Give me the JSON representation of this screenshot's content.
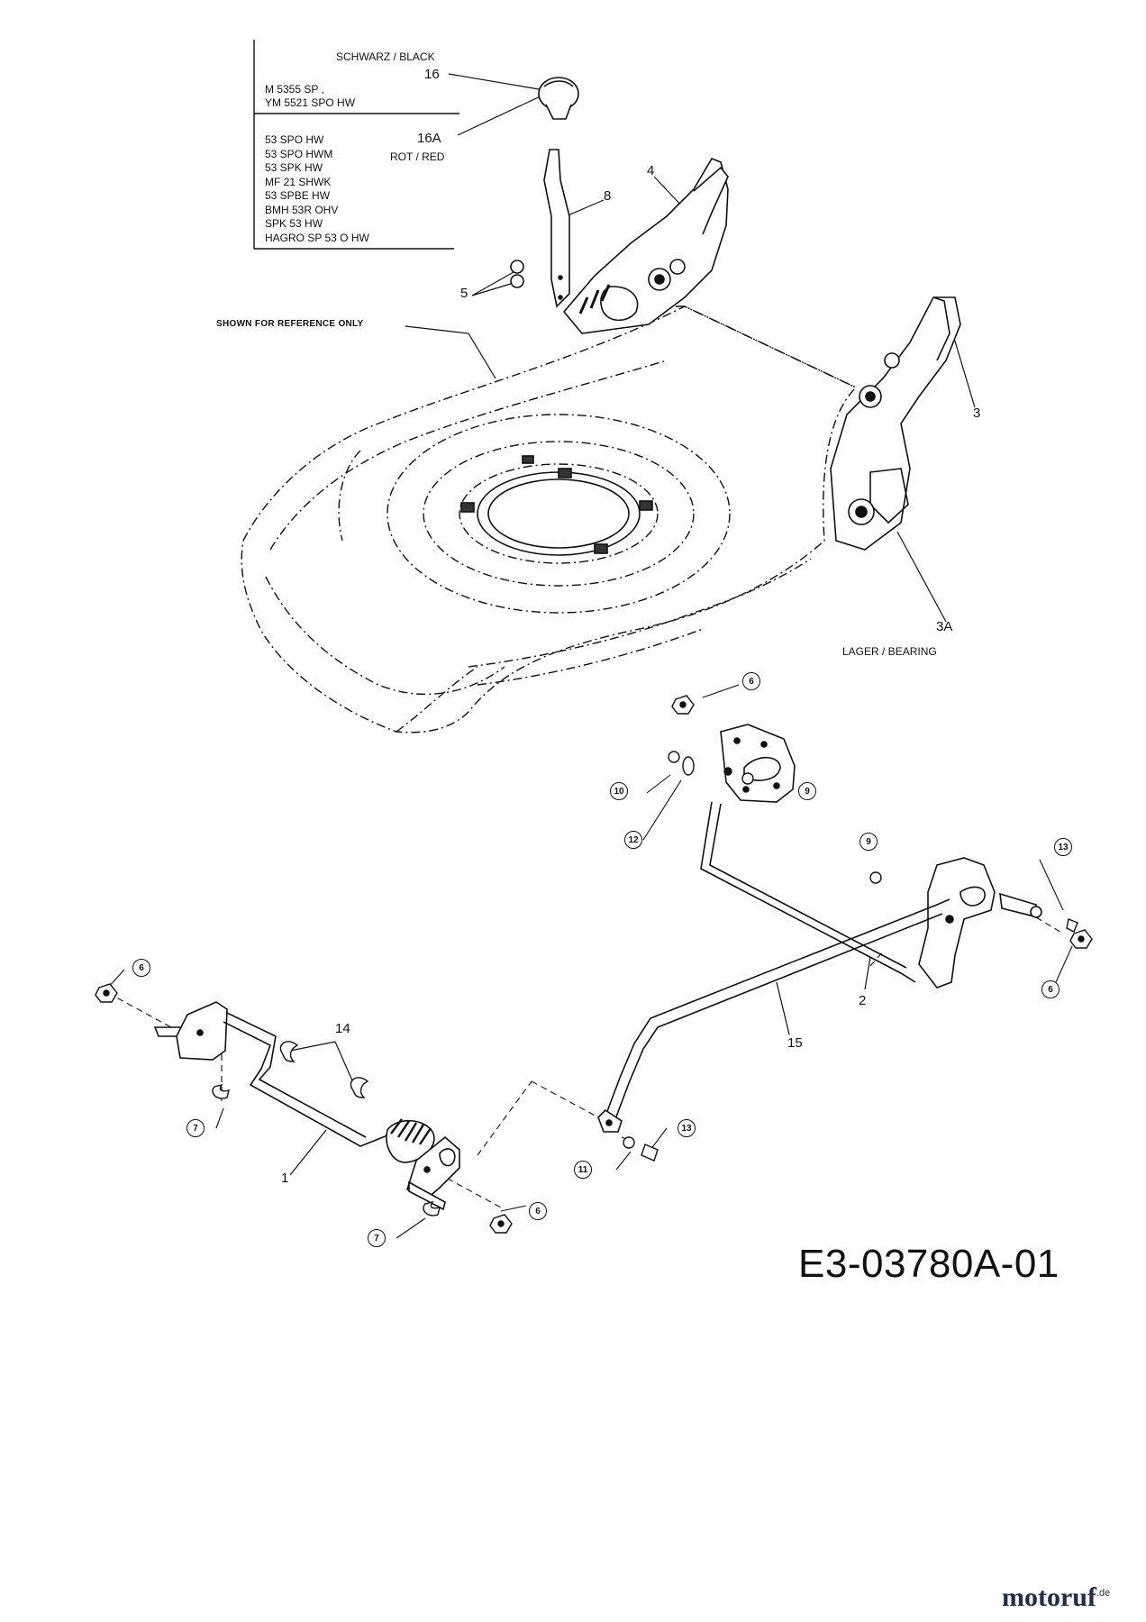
{
  "legend": {
    "schwarz": "SCHWARZ / BLACK",
    "part16": "16",
    "group1": [
      "M 5355 SP ,",
      "YM 5521 SPO HW"
    ],
    "part16a": "16A",
    "rot": "ROT / RED",
    "group2": [
      "53 SPO HW",
      "53 SPO HWM",
      "53 SPK HW",
      "MF 21 SHWK",
      "53 SPBE HW",
      "BMH 53R OHV",
      "SPK 53 HW",
      "HAGRO SP 53 O HW"
    ]
  },
  "callouts": {
    "n4": "4",
    "n8": "8",
    "n5": "5",
    "n3": "3",
    "n3a": "3A",
    "bearing": "LAGER / BEARING",
    "reference": "SHOWN FOR REFERENCE ONLY",
    "n2": "2",
    "n15": "15",
    "n14": "14",
    "n1": "1"
  },
  "circles": {
    "c6a": "6",
    "c10": "10",
    "c9a": "9",
    "c12": "12",
    "c9b": "9",
    "c13a": "13",
    "c6b": "6",
    "c6c": "6",
    "c7a": "7",
    "c13b": "13",
    "c11": "11",
    "c6d": "6",
    "c7b": "7"
  },
  "drawing_code": "E3-03780A-01",
  "watermark": {
    "brand": "motoruf",
    "tld": ".de"
  }
}
